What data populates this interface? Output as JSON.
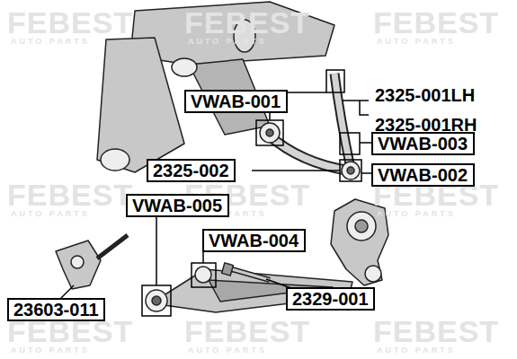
{
  "diagram": {
    "nodes": [
      {
        "text": [
          "VWAB-001"
        ]
      },
      {
        "text": [
          "VWAB-003"
        ]
      },
      {
        "text": [
          "2325-002"
        ]
      },
      {
        "text": [
          "VWAB-002"
        ]
      },
      {
        "text": [
          "VWAB-005"
        ]
      },
      {
        "text": [
          "VWAB-004"
        ]
      },
      {
        "text": [
          "2329-001"
        ]
      },
      {
        "text": [
          "23603-011"
        ]
      }
    ],
    "edges": [],
    "labels": [
      "2325-001LH",
      "2325-001RH",
      "FEBEST",
      "AUTO PARTS",
      "FEBEST",
      "AUTO PARTS",
      "FEBEST",
      "AUTO PARTS",
      "FEBEST",
      "AUTO PARTS",
      "FEBEST",
      "AUTO PARTS",
      "FEBEST",
      "AUTO PARTS",
      "FEBEST",
      "AUTO PARTS",
      "FEBEST",
      "AUTO PARTS",
      "FEBEST",
      "AUTO PARTS"
    ]
  }
}
